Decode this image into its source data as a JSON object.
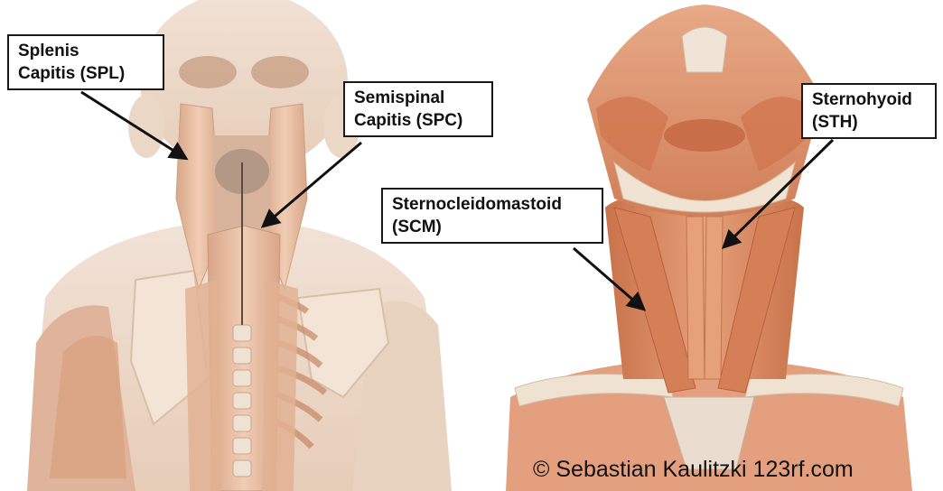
{
  "labels": {
    "spl": {
      "line1": "Splenis",
      "line2": "Capitis (SPL)"
    },
    "spc": {
      "line1": "Semispinal",
      "line2": "Capitis (SPC)"
    },
    "scm": {
      "line1": "Sternocleidomastoid",
      "line2": "(SCM)"
    },
    "sth": {
      "line1": "Sternohyoid",
      "line2": "(STH)"
    }
  },
  "credit": "© Sebastian Kaulitzki 123rf.com",
  "colors": {
    "muscle": "#d98a63",
    "muscle_light": "#e9b896",
    "bone": "#f1e2d0",
    "skin_pale": "#ecd9c8",
    "arrow": "#111111"
  }
}
